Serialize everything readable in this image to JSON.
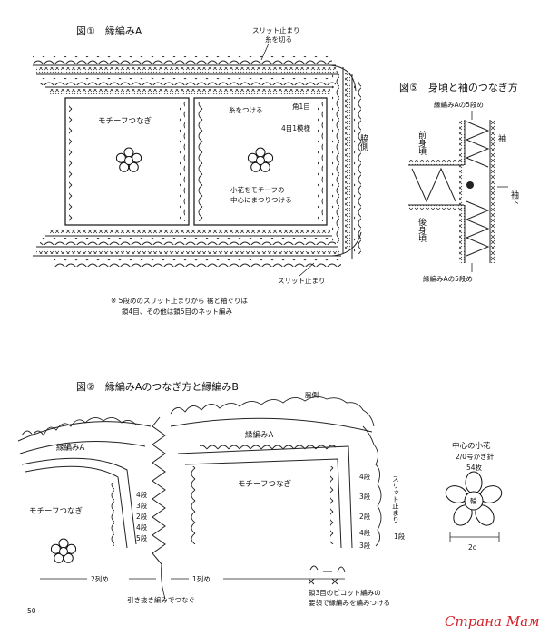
{
  "figure1": {
    "title": "図①　縁編みA",
    "slit_stop_top": "スリット止まり",
    "cut_yarn": "糸を切る",
    "motif_connect": "モチーフつなぎ",
    "attach_yarn": "糸をつける",
    "corner_row1": "角1目",
    "row4_double": "4目1模様",
    "side_label": "脇側",
    "small_flower_line1": "小花をモチーフの",
    "small_flower_line2": "中心にまつりつける",
    "slit_stop_bottom": "スリット止まり",
    "note_line1": "※ 5段めのスリット止まりから 裾と袖ぐりは",
    "note_line2": "鎖4目、その他は鎖5目のネット編み"
  },
  "figure5": {
    "title": "図⑤　身頃と袖のつなぎ方",
    "edge_top": "縁編みAの5段め",
    "front_body": "前身頃",
    "sleeve": "袖",
    "underarm": "袖下",
    "back_body": "後身頃",
    "edge_bottom": "縁編みAの5段め"
  },
  "figure2": {
    "title": "図②　縁編みAのつなぎ方と縁編みB",
    "side_label": "脇側",
    "edge_a_left": "縁編みA",
    "edge_a_right": "縁編みA",
    "motif_left": "モチーフつなぎ",
    "motif_right": "モチーフつなぎ",
    "slit_stop": "スリット止まり",
    "row1_label": "1段",
    "row_2nd": "2列め",
    "row_1st": "1列め",
    "slip_connect": "引き抜き編みでつなぐ",
    "picot_line1": "鎖3目のピコット編みの",
    "picot_line2": "要領で縁編みを編みつける",
    "rows": [
      "4段",
      "3段",
      "2段",
      "4段",
      "5段"
    ],
    "right_rows": [
      "4段",
      "3段",
      "2段",
      "4段",
      "3段"
    ]
  },
  "center_flower": {
    "title": "中心の小花",
    "hook": "2/0号かぎ針",
    "count": "54枚",
    "center": "輪",
    "size": "2c"
  },
  "page_number": "50",
  "watermark": "Страна Мам"
}
